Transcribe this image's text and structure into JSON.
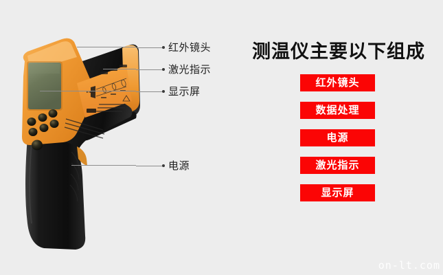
{
  "background_color": "#ededed",
  "accent_color": "#fb0505",
  "device": {
    "name": "infrared-thermometer-gun",
    "body_color_primary": "#f0952f",
    "body_color_secondary": "#1a1a1a",
    "screen_color": "#6f7a5b",
    "label_panel_color": "#f0952f",
    "alt_text": "手持式红外测温仪"
  },
  "callouts": [
    {
      "label": "红外镜头",
      "line_length": 42
    },
    {
      "label": "激光指示",
      "line_length": 42
    },
    {
      "label": "显示屏",
      "line_length": 42
    },
    {
      "label": "电源",
      "line_length": 42
    }
  ],
  "panel": {
    "title": "测温仪主要以下组成",
    "components": [
      {
        "label": "红外镜头"
      },
      {
        "label": "数据处理"
      },
      {
        "label": "电源"
      },
      {
        "label": "激光指示"
      },
      {
        "label": "显示屏"
      }
    ]
  },
  "watermark": {
    "text": "on-lt.com"
  }
}
